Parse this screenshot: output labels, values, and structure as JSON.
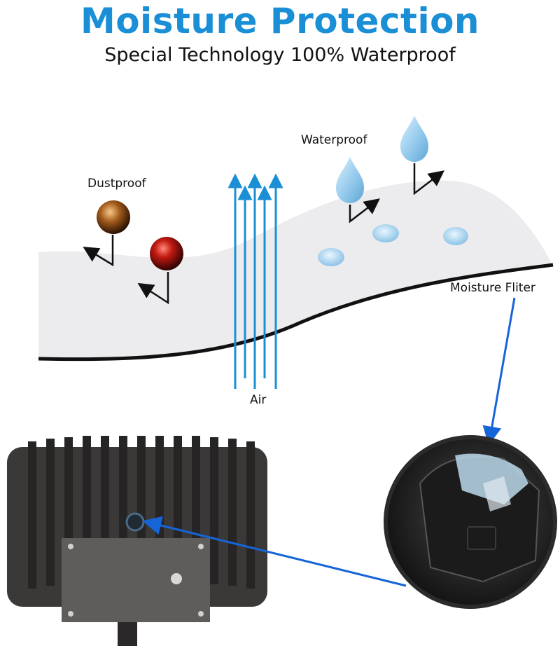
{
  "title": "Moisture Protection",
  "subtitle": "Special Technology 100% Waterproof",
  "labels": {
    "dustproof": "Dustproof",
    "waterproof": "Waterproof",
    "air": "Air",
    "moisture_filter": "Moisture Fliter"
  },
  "colors": {
    "title": "#1a8fd6",
    "air_arrows": "#1a8fd6",
    "callout_arrow": "#1565d8",
    "membrane": "#ececee",
    "fixture": "#3b3838"
  }
}
